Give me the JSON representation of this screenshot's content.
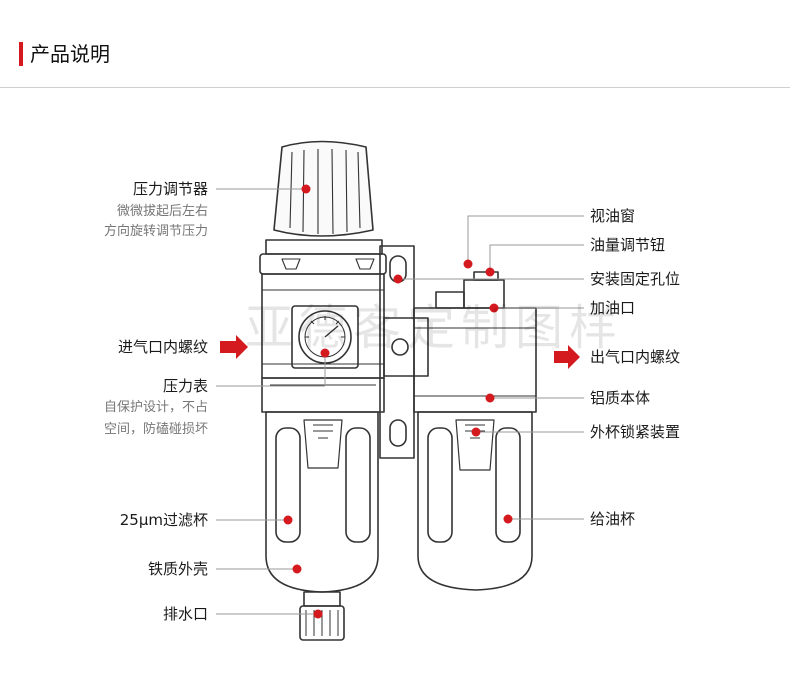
{
  "header": {
    "title": "产品说明"
  },
  "watermark": "亚德客定制图样",
  "labels": {
    "regulator": "压力调节器",
    "regulator_desc_1": "微微拔起后左右",
    "regulator_desc_2": "方向旋转调节压力",
    "inlet": "进气口内螺纹",
    "gauge": "压力表",
    "gauge_desc_1": "自保护设计，不占",
    "gauge_desc_2": "空间，防磕碰损坏",
    "filter_bowl": "25μm过滤杯",
    "iron_shell": "铁质外壳",
    "drain": "排水口",
    "sight_window": "视油窗",
    "oil_adjust_knob": "油量调节钮",
    "mount_hole": "安装固定孔位",
    "oil_fill": "加油口",
    "outlet": "出气口内螺纹",
    "aluminum_body": "铝质本体",
    "bowl_lock": "外杯锁紧装置",
    "oil_bowl": "给油杯"
  },
  "colors": {
    "accent": "#d4191f",
    "leader": "#9a9a9a",
    "outline": "#333333"
  },
  "icons": [
    "arrow-right-icon",
    "callout-dot-icon"
  ]
}
